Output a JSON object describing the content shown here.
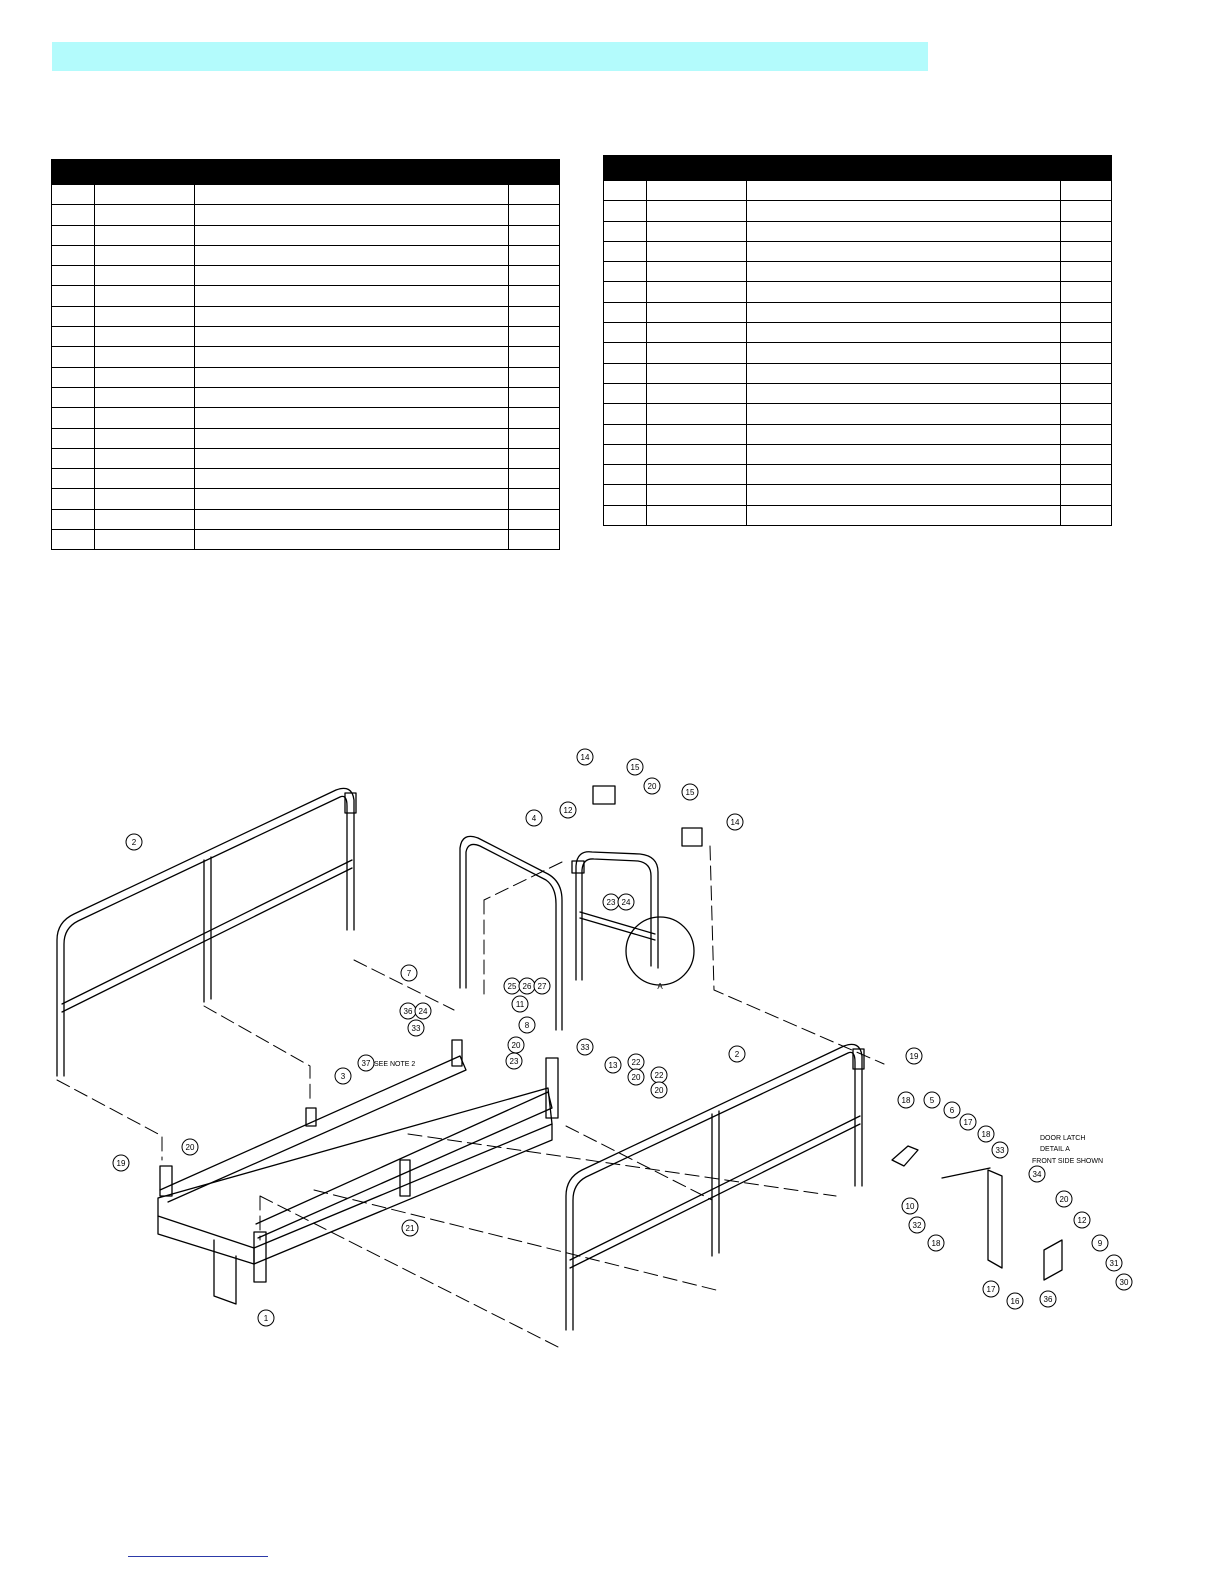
{
  "colors": {
    "banner": "#b3fbfc",
    "table_header": "#000000",
    "line": "#000000",
    "footer_rule": "#2c3aa8"
  },
  "drawing": {
    "balloons": [
      "1",
      "2",
      "3",
      "4",
      "7",
      "11",
      "8",
      "12",
      "14",
      "15",
      "20",
      "15",
      "14",
      "23",
      "24",
      "25",
      "26",
      "27",
      "36",
      "24",
      "33",
      "20",
      "23",
      "37",
      "33",
      "13",
      "22",
      "20",
      "22",
      "20",
      "2",
      "19",
      "20",
      "19",
      "21",
      "18",
      "5",
      "6",
      "17",
      "18",
      "33",
      "34",
      "10",
      "32",
      "18",
      "20",
      "12",
      "9",
      "31",
      "30",
      "36",
      "16",
      "17",
      "A"
    ],
    "notes": {
      "see_note": "SEE NOTE 2",
      "detail_1": "DOOR LATCH",
      "detail_2": "DETAIL A",
      "detail_3": "FRONT SIDE SHOWN"
    }
  }
}
